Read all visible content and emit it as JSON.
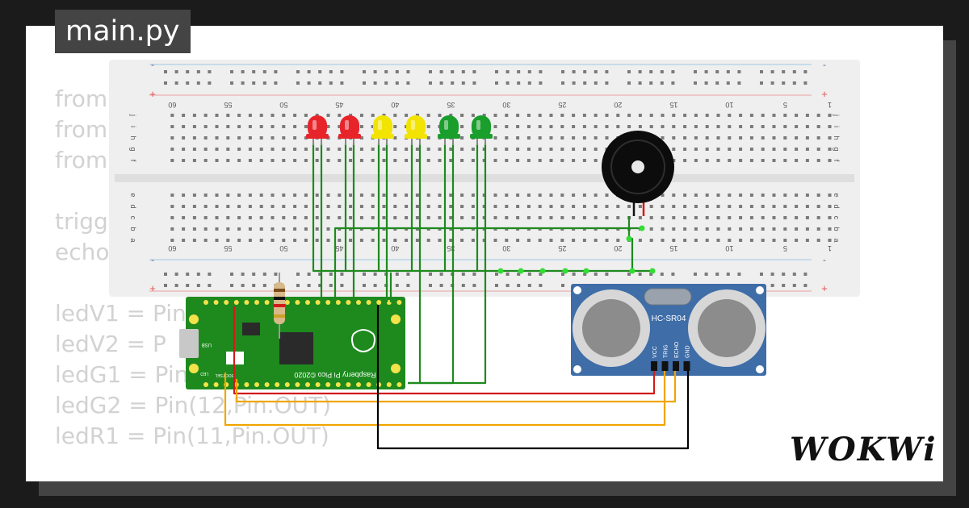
{
  "editor": {
    "filename": "main.py",
    "code_lines": [
      "from",
      "from",
      "from",
      "",
      "trigg",
      "echo",
      "",
      "ledV1 = Pin",
      "ledV2 = P",
      "ledG1 = Pin",
      "ledG2 = Pin(12,Pin.OUT)",
      "ledR1 = Pin(11,Pin.OUT)"
    ]
  },
  "breadboard": {
    "column_numbers": [
      "60",
      "55",
      "50",
      "45",
      "40",
      "35",
      "30",
      "25",
      "20",
      "15",
      "10",
      "5",
      "1"
    ],
    "row_letters_top": [
      "j",
      "i",
      "h",
      "g",
      "f"
    ],
    "row_letters_bottom": [
      "e",
      "d",
      "c",
      "b",
      "a"
    ],
    "plus_sign": "+",
    "minus_sign": "-"
  },
  "leds": [
    {
      "color": "#e8242b",
      "name": "red"
    },
    {
      "color": "#e8242b",
      "name": "red"
    },
    {
      "color": "#f2e400",
      "name": "yellow"
    },
    {
      "color": "#f2e400",
      "name": "yellow"
    },
    {
      "color": "#1a9e2c",
      "name": "green"
    },
    {
      "color": "#1a9e2c",
      "name": "green"
    }
  ],
  "pico": {
    "label": "Raspberry Pi Pico ©2020",
    "usb_label": "USB",
    "boot_label": "BOOTSEL",
    "led_label": "LED"
  },
  "sensor": {
    "label": "HC-SR04",
    "pins": [
      "VCC",
      "TRIG",
      "ECHO",
      "GND"
    ]
  },
  "wire_colors": {
    "signal": "#1e8a1e",
    "vcc": "#d11b1b",
    "trig": "#f0a500",
    "gnd": "#000000"
  },
  "brand": {
    "logo": "WOKWi"
  }
}
